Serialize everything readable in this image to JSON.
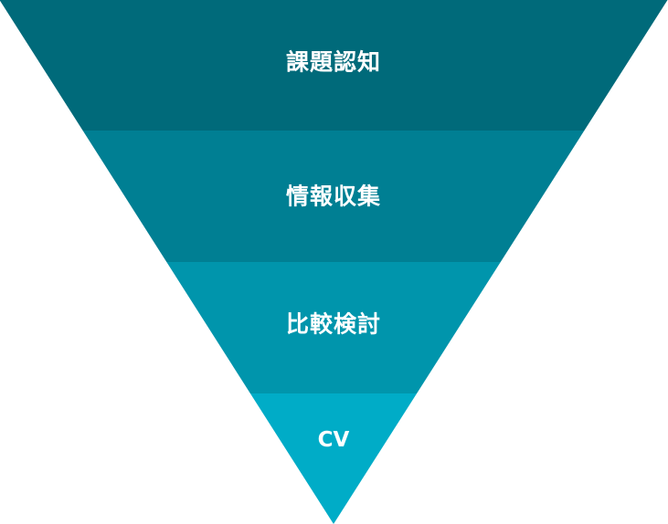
{
  "funnel": {
    "stages": [
      {
        "label": "課題認知",
        "color": "#006a7a"
      },
      {
        "label": "情報収集",
        "color": "#007f93"
      },
      {
        "label": "比較検討",
        "color": "#0095ac"
      },
      {
        "label": "CV",
        "color": "#00acc7"
      }
    ]
  }
}
